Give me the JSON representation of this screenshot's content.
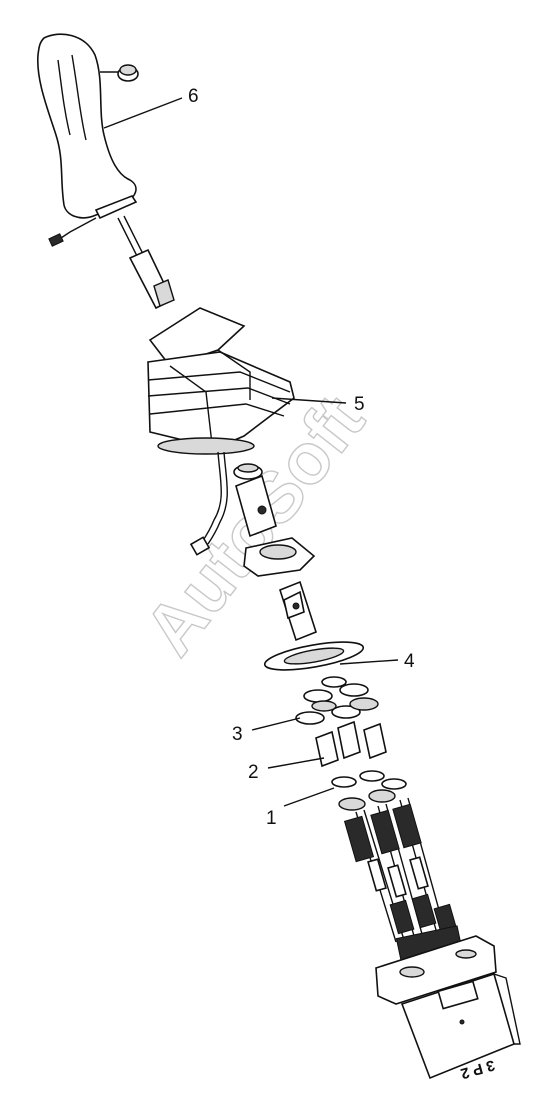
{
  "drawing": {
    "callouts": [
      {
        "id": "6",
        "label": "6"
      },
      {
        "id": "5",
        "label": "5"
      },
      {
        "id": "4",
        "label": "4"
      },
      {
        "id": "3",
        "label": "3"
      },
      {
        "id": "2",
        "label": "2"
      },
      {
        "id": "1",
        "label": "1"
      }
    ],
    "watermark": "AutoSoft",
    "housing_code": "3 P 2"
  }
}
